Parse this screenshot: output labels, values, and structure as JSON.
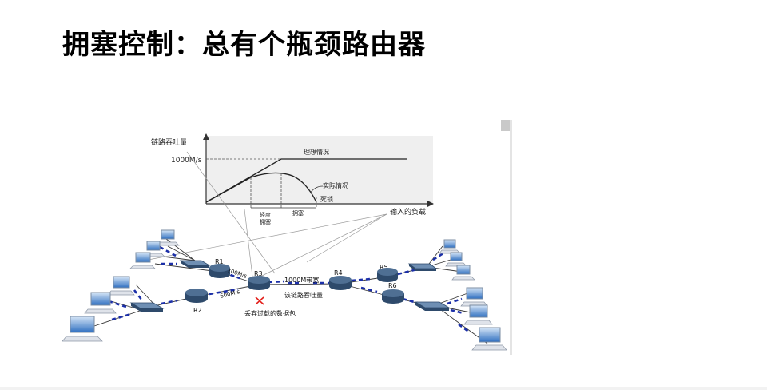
{
  "title": "拥塞控制：总有个瓶颈路由器",
  "chart": {
    "y_label": "链路吞吐量",
    "y_tick": "1000M/s",
    "x_label": "输入的负载",
    "ideal_label": "理想情况",
    "actual_label": "实际情况",
    "deadlock_label": "死锁",
    "light_congestion_label_1": "轻度",
    "light_congestion_label_2": "拥塞",
    "congestion_label": "拥塞"
  },
  "network": {
    "routers": [
      "R1",
      "R2",
      "R3",
      "R4",
      "R5",
      "R6"
    ],
    "link_r1_r3": "700M/s",
    "link_r2_r3": "600M/s",
    "bottleneck_label": "1000M带宽",
    "throughput_label": "该链路吞吐量",
    "drop_label": "丢弃过载的数据包"
  },
  "colors": {
    "plot_bg": "#efefef",
    "router_top": "#4f6f93",
    "router_side": "#2e4a6b",
    "packet": "#1b2fa8",
    "drop_mark": "#e3201b"
  }
}
